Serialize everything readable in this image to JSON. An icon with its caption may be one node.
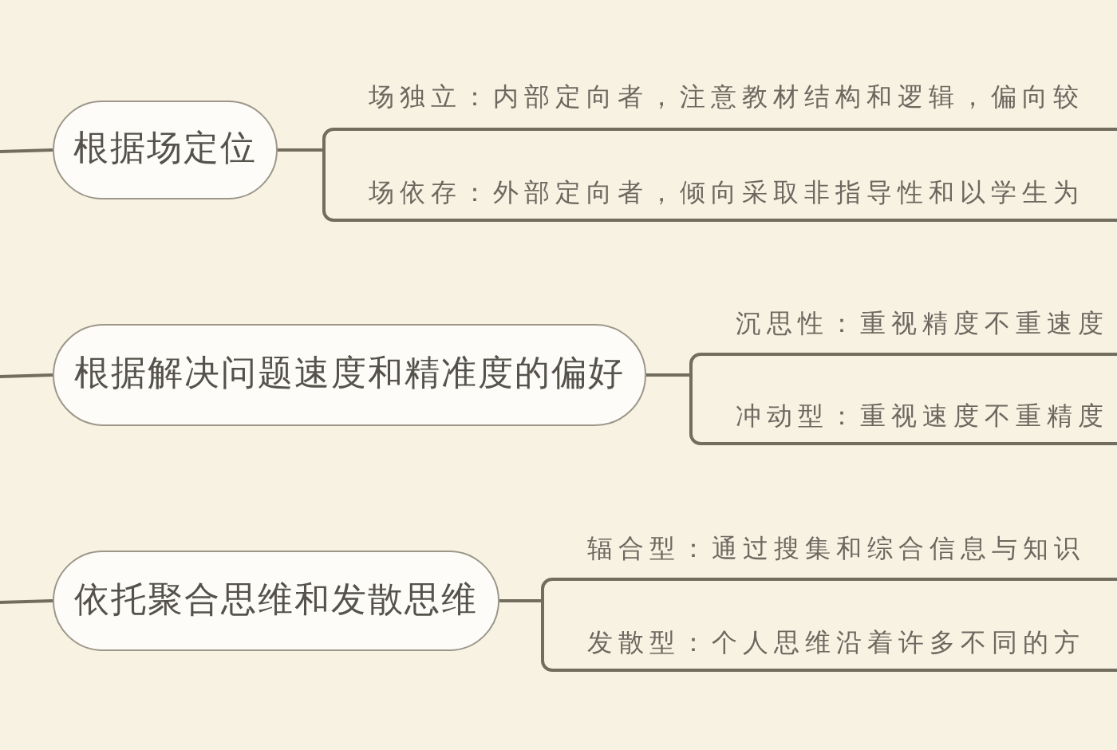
{
  "diagram": {
    "nodes": [
      {
        "text": [
          "根据场定位"
        ]
      },
      {
        "text": [
          "场独立：内部定向者，注意教材结构和逻辑，偏向较"
        ]
      },
      {
        "text": [
          "场依存：外部定向者，倾向采取非指导性和以学生为"
        ]
      },
      {
        "text": [
          "根据解决问题速度和精准度的偏好"
        ]
      },
      {
        "text": [
          "沉思性：重视精度不重速度"
        ]
      },
      {
        "text": [
          "冲动型：重视速度不重精度"
        ]
      },
      {
        "text": [
          "依托聚合思维和发散思维"
        ]
      },
      {
        "text": [
          "辐合型：通过搜集和综合信息与知识"
        ]
      },
      {
        "text": [
          "发散型：个人思维沿着许多不同的方"
        ]
      }
    ],
    "edges": [
      {
        "from": null,
        "to": 0,
        "arrow": "none"
      },
      {
        "from": 0,
        "to": 1,
        "arrow": "none"
      },
      {
        "from": 0,
        "to": 2,
        "arrow": "none"
      },
      {
        "from": null,
        "to": 3,
        "arrow": "none"
      },
      {
        "from": 3,
        "to": 4,
        "arrow": "none"
      },
      {
        "from": 3,
        "to": 5,
        "arrow": "none"
      },
      {
        "from": null,
        "to": 6,
        "arrow": "none"
      },
      {
        "from": 6,
        "to": 7,
        "arrow": "none"
      },
      {
        "from": 6,
        "to": 8,
        "arrow": "none"
      }
    ]
  }
}
